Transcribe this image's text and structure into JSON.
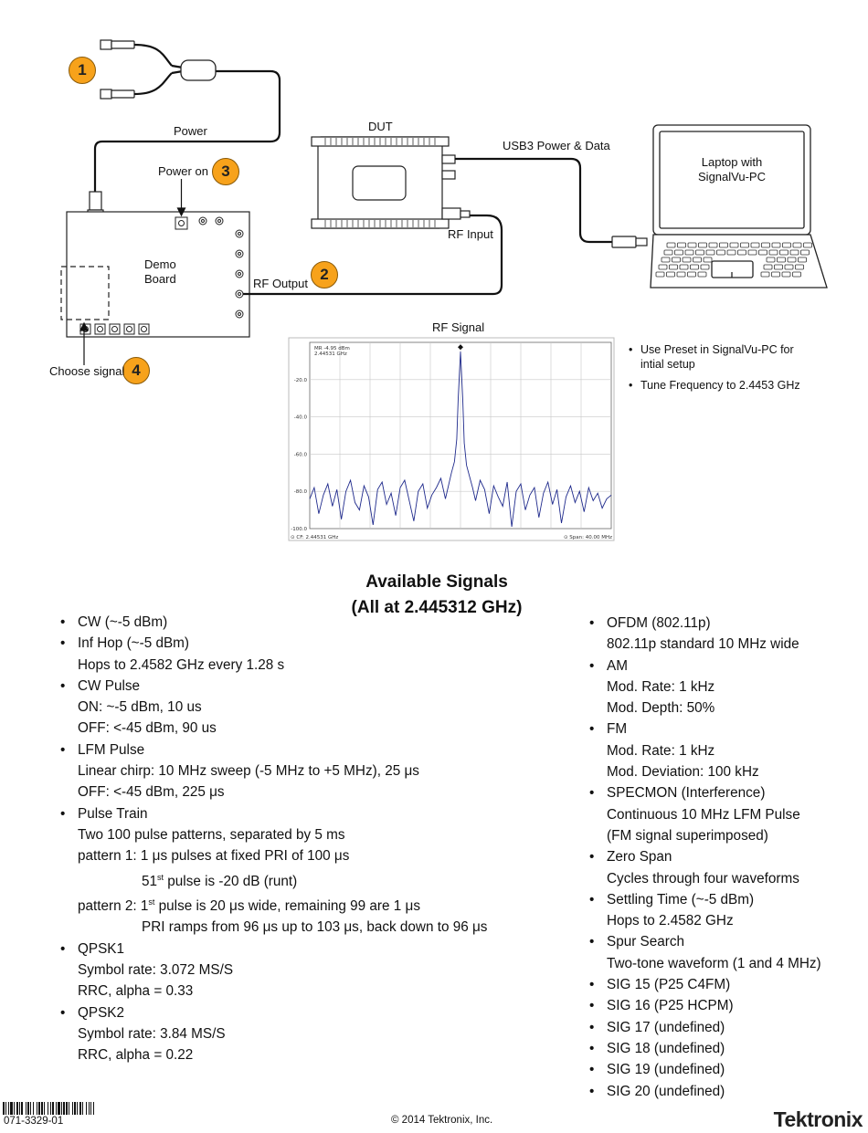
{
  "diagram": {
    "labels": {
      "power": "Power",
      "power_on": "Power on",
      "dut": "DUT",
      "usb3": "USB3 Power & Data",
      "laptop": "Laptop with\nSignalVu-PC",
      "demo_board": "Demo\nBoard",
      "rf_output": "RF Output",
      "rf_input": "RF Input",
      "choose_signal": "Choose signal",
      "rf_signal": "RF Signal"
    },
    "steps": [
      "1",
      "2",
      "3",
      "4"
    ],
    "notes": [
      "Use Preset in SignalVu-PC for intial setup",
      "Tune Frequency to 2.4453 GHz"
    ],
    "colors": {
      "step_fill": "#f7a21b",
      "trace": "#1f2a8c"
    }
  },
  "chart_data": {
    "type": "line",
    "title": "RF Signal",
    "marker_readout": [
      "MR -4.95 dBm",
      "2.44531 GHz"
    ],
    "footer_left": "⊙ CF: 2.44531 GHz",
    "footer_right": "⊙ Span: 40.00 MHz",
    "ylim": [
      -100,
      0
    ],
    "y_ticks": [
      "-20.0",
      "-40.0",
      "-60.0",
      "-80.0",
      "-100.0"
    ],
    "y_tick_values": [
      -20,
      -40,
      -60,
      -80,
      -100
    ],
    "x_range_mhz": [
      -20,
      20
    ],
    "grid": true,
    "series": [
      {
        "x": [
          -20,
          -19.4,
          -18.8,
          -18.2,
          -17.6,
          -17.0,
          -16.4,
          -15.8,
          -15.2,
          -14.6,
          -14.0,
          -13.4,
          -12.8,
          -12.2,
          -11.6,
          -11.0,
          -10.4,
          -9.8,
          -9.2,
          -8.6,
          -8.0,
          -7.4,
          -6.8,
          -6.2,
          -5.6,
          -5.0,
          -4.4,
          -3.8,
          -3.2,
          -2.6,
          -2.0,
          -1.6,
          -1.2,
          -0.8,
          -0.5,
          -0.3,
          0,
          0.3,
          0.5,
          0.8,
          1.2,
          1.6,
          2.0,
          2.6,
          3.2,
          3.8,
          4.4,
          5.0,
          5.6,
          6.2,
          6.8,
          7.4,
          8.0,
          8.6,
          9.2,
          9.8,
          10.4,
          11.0,
          11.6,
          12.2,
          12.8,
          13.4,
          14.0,
          14.6,
          15.2,
          15.8,
          16.4,
          17.0,
          17.6,
          18.2,
          18.8,
          19.4,
          20
        ],
        "values": [
          -84,
          -78,
          -92,
          -82,
          -76,
          -88,
          -79,
          -95,
          -80,
          -74,
          -86,
          -90,
          -77,
          -83,
          -98,
          -79,
          -75,
          -87,
          -81,
          -93,
          -78,
          -74,
          -85,
          -96,
          -80,
          -76,
          -89,
          -82,
          -78,
          -73,
          -84,
          -77,
          -70,
          -64,
          -52,
          -30,
          -5,
          -31,
          -54,
          -66,
          -72,
          -78,
          -85,
          -74,
          -79,
          -92,
          -77,
          -83,
          -88,
          -75,
          -99,
          -80,
          -76,
          -90,
          -82,
          -78,
          -94,
          -81,
          -75,
          -87,
          -79,
          -97,
          -83,
          -77,
          -86,
          -80,
          -91,
          -78,
          -85,
          -81,
          -89,
          -84,
          -82
        ]
      }
    ]
  },
  "available": {
    "title_line1": "Available Signals",
    "title_line2": "(All at 2.445312 GHz)",
    "left": [
      {
        "t": "b",
        "text": "CW (~-5 dBm)"
      },
      {
        "t": "b",
        "text": "Inf Hop (~-5 dBm)"
      },
      {
        "t": "s",
        "text": "Hops to 2.4582 GHz every 1.28 s"
      },
      {
        "t": "b",
        "text": "CW Pulse"
      },
      {
        "t": "s",
        "text": "ON: ~-5 dBm, 10 us"
      },
      {
        "t": "s",
        "text": "OFF: <-45 dBm, 90 us"
      },
      {
        "t": "b",
        "text": "LFM Pulse"
      },
      {
        "t": "s",
        "text": "Linear chirp:  10 MHz sweep (-5 MHz to +5 MHz), 25 μs"
      },
      {
        "t": "s",
        "text": "OFF: <-45 dBm, 225 μs"
      },
      {
        "t": "b",
        "text": "Pulse Train"
      },
      {
        "t": "s",
        "text": "Two 100 pulse patterns, separated by 5 ms"
      },
      {
        "t": "s",
        "text": "pattern 1:  1 μs pulses at fixed PRI of 100 μs"
      },
      {
        "t": "s2",
        "text": "51st pulse is -20 dB (runt)"
      },
      {
        "t": "s",
        "text": "pattern 2:  1st pulse is 20 μs wide, remaining 99 are 1 μs"
      },
      {
        "t": "s3",
        "text": "PRI ramps from 96 μs up to 103 μs, back down to 96 μs"
      },
      {
        "t": "b",
        "text": "QPSK1"
      },
      {
        "t": "s",
        "text": "Symbol rate: 3.072 MS/S"
      },
      {
        "t": "s",
        "text": "RRC, alpha = 0.33"
      },
      {
        "t": "b",
        "text": "QPSK2"
      },
      {
        "t": "s",
        "text": "Symbol rate: 3.84 MS/S"
      },
      {
        "t": "s",
        "text": "RRC, alpha = 0.22"
      }
    ],
    "right": [
      {
        "t": "b",
        "text": "OFDM (802.11p)"
      },
      {
        "t": "s",
        "text": "802.11p standard 10 MHz wide"
      },
      {
        "t": "b",
        "text": "AM"
      },
      {
        "t": "s",
        "text": "Mod. Rate: 1 kHz"
      },
      {
        "t": "s",
        "text": "Mod. Depth: 50%"
      },
      {
        "t": "b",
        "text": "FM"
      },
      {
        "t": "s",
        "text": "Mod. Rate: 1 kHz"
      },
      {
        "t": "s",
        "text": "Mod. Deviation: 100  kHz"
      },
      {
        "t": "b",
        "text": "SPECMON (Interference)"
      },
      {
        "t": "s",
        "text": "Continuous 10 MHz LFM Pulse"
      },
      {
        "t": "s",
        "text": "(FM signal superimposed)"
      },
      {
        "t": "b",
        "text": "Zero Span"
      },
      {
        "t": "s",
        "text": "Cycles through four waveforms"
      },
      {
        "t": "b",
        "text": "Settling Time (~-5 dBm)"
      },
      {
        "t": "s",
        "text": "Hops to 2.4582 GHz"
      },
      {
        "t": "b",
        "text": "Spur Search"
      },
      {
        "t": "s",
        "text": "Two-tone waveform (1 and 4 MHz)"
      },
      {
        "t": "b",
        "text": "SIG 15 (P25 C4FM)"
      },
      {
        "t": "b",
        "text": "SIG 16 (P25 HCPM)"
      },
      {
        "t": "b",
        "text": "SIG 17 (undefined)"
      },
      {
        "t": "b",
        "text": "SIG 18 (undefined)"
      },
      {
        "t": "b",
        "text": "SIG 19 (undefined)"
      },
      {
        "t": "b",
        "text": "SIG 20 (undefined)"
      }
    ]
  },
  "footer": {
    "part_number": "071-3329-01",
    "copyright": "© 2014 Tektronix, Inc.",
    "brand": "Tektronix"
  }
}
